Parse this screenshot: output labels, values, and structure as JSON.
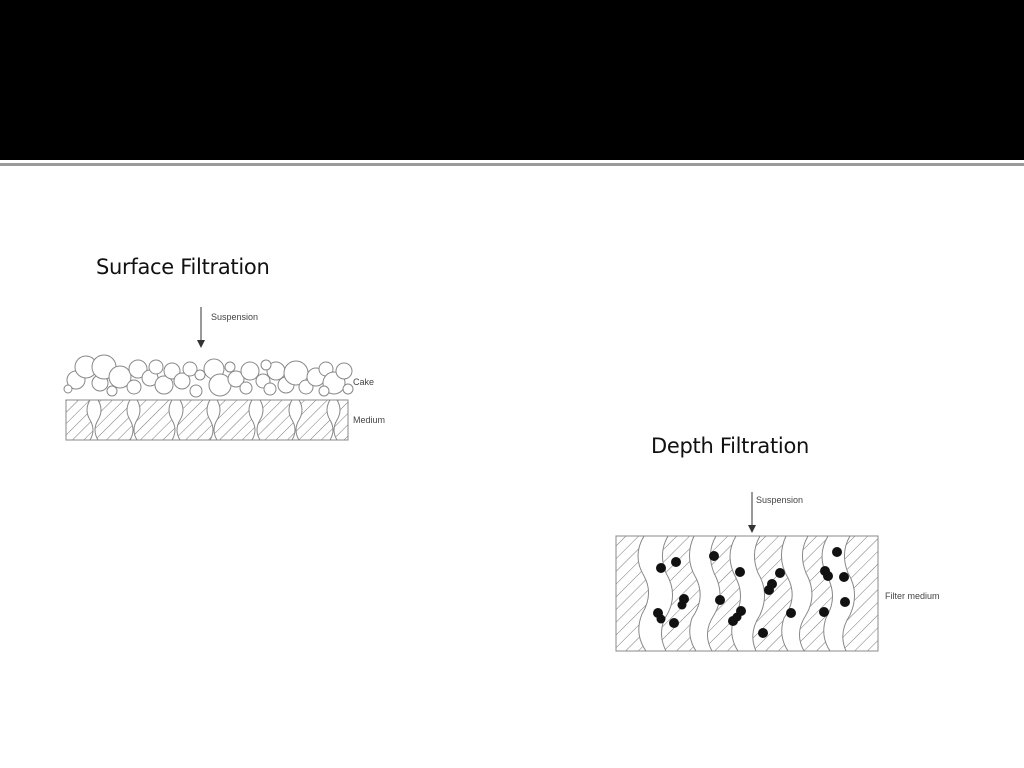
{
  "slide": {
    "header_color": "#000000",
    "rule_color": "#9a9a9a"
  },
  "surface_filtration": {
    "caption": "Surface Filtration",
    "labels": {
      "suspension": "Suspension",
      "cake": "Cake",
      "medium": "Medium"
    }
  },
  "depth_filtration": {
    "caption": "Depth Filtration",
    "labels": {
      "suspension": "Suspension",
      "filter_medium": "Filter medium"
    }
  }
}
